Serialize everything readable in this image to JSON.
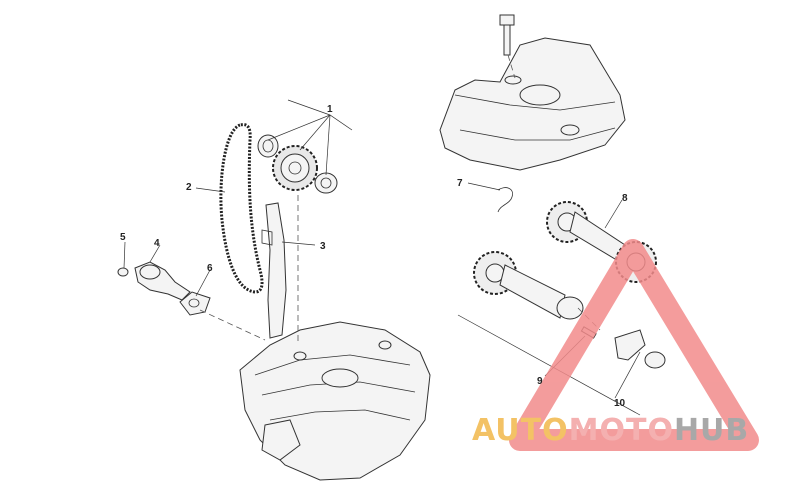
{
  "callouts": [
    {
      "id": "1",
      "label": "1"
    },
    {
      "id": "2",
      "label": "2"
    },
    {
      "id": "3",
      "label": "3"
    },
    {
      "id": "4",
      "label": "4"
    },
    {
      "id": "5",
      "label": "5"
    },
    {
      "id": "6",
      "label": "6"
    },
    {
      "id": "7",
      "label": "7"
    },
    {
      "id": "8",
      "label": "8"
    },
    {
      "id": "9",
      "label": "9"
    },
    {
      "id": "10",
      "label": "10"
    }
  ],
  "watermark": {
    "part1": "AUTO",
    "part2": "MOTO",
    "part3": "HUB",
    "colors": {
      "auto": "#f2b84b",
      "moto": "#f3a3a3",
      "hub": "#9a9a9a",
      "triangle": "#f28b8b"
    }
  }
}
